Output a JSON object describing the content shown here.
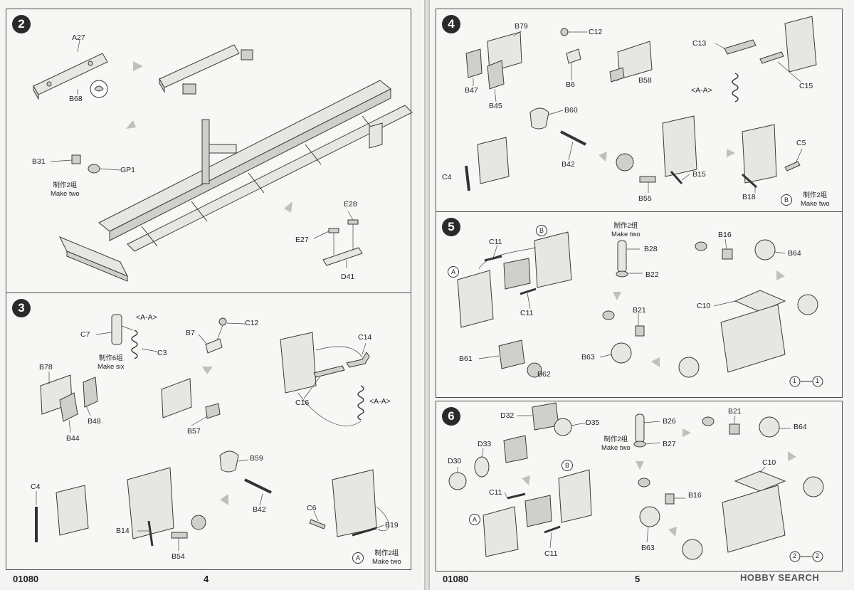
{
  "doc": {
    "code_left": "01080",
    "code_right": "01080",
    "page_left": "4",
    "page_right": "5",
    "watermark": "HOBBY SEARCH"
  },
  "steps": [
    {
      "number": "2",
      "labels": [
        "A27",
        "B68",
        "B31",
        "GP1",
        "E28",
        "E27",
        "D41"
      ],
      "notes": [
        "制作2组",
        "Make two"
      ]
    },
    {
      "number": "3",
      "labels": [
        "<A-A>",
        "C7",
        "C3",
        "B7",
        "C12",
        "C14",
        "B78",
        "B48",
        "B44",
        "B57",
        "C16",
        "<A-A>",
        "B59",
        "B42",
        "C4",
        "C6",
        "B19",
        "B14",
        "B54",
        "A"
      ],
      "notes": [
        "制作6组",
        "Make six",
        "制作2组",
        "Make two"
      ]
    },
    {
      "number": "4",
      "labels": [
        "B79",
        "C12",
        "C13",
        "B47",
        "B6",
        "B58",
        "<A-A>",
        "C15",
        "B45",
        "B60",
        "C4",
        "B42",
        "B15",
        "C5",
        "B55",
        "B18",
        "B"
      ],
      "notes": [
        "制作2组",
        "Make two"
      ]
    },
    {
      "number": "5",
      "labels": [
        "C11",
        "B",
        "A",
        "C11",
        "B28",
        "B22",
        "B16",
        "B64",
        "C10",
        "B21",
        "B61",
        "B62",
        "B63"
      ],
      "notes": [
        "制作2组",
        "Make two"
      ],
      "ref": [
        "1",
        "1"
      ]
    },
    {
      "number": "6",
      "labels": [
        "D32",
        "D35",
        "B26",
        "B27",
        "B21",
        "B64",
        "D30",
        "D33",
        "C10",
        "B",
        "C11",
        "A",
        "B16",
        "C11",
        "B63"
      ],
      "notes": [
        "制作2组",
        "Make two"
      ],
      "ref": [
        "2",
        "2"
      ]
    }
  ]
}
